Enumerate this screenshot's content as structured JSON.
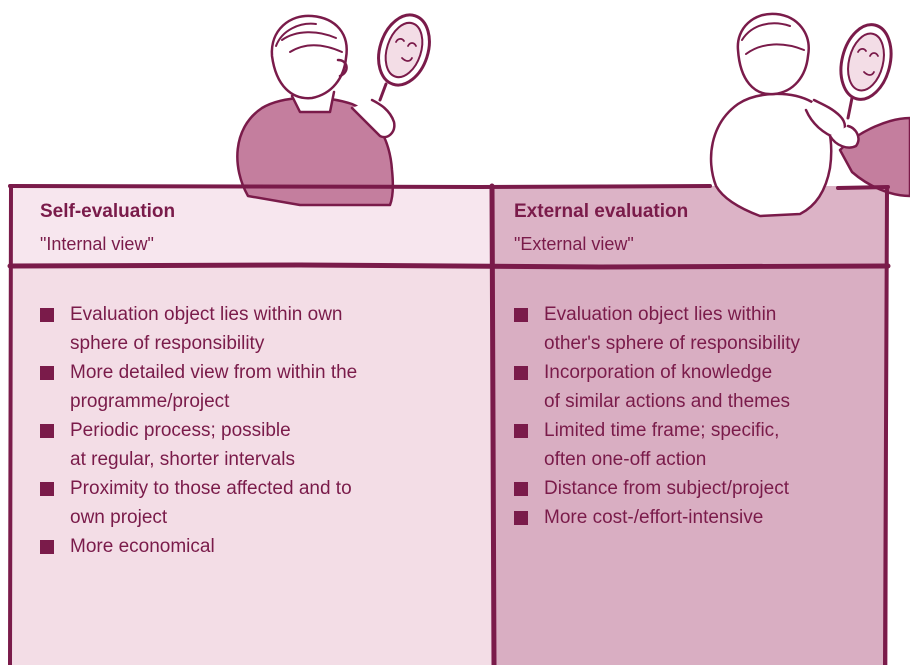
{
  "colors": {
    "line": "#7a1b4a",
    "left_header_fill": "#f7e6ee",
    "left_body_fill": "#f3dde6",
    "right_header_fill": "#dcb3c6",
    "right_body_fill": "#d9aec2",
    "figure_fill": "#c47e9e",
    "text": "#7a1b4a"
  },
  "self_evaluation": {
    "title": "Self-evaluation",
    "subtitle": "\"Internal view\"",
    "items": [
      {
        "line1": "Evaluation object lies within own",
        "line2": "sphere of responsibility"
      },
      {
        "line1": "More detailed view from within the",
        "line2": "programme/project"
      },
      {
        "line1": "Periodic process; possible",
        "line2": "at regular, shorter intervals"
      },
      {
        "line1": "Proximity to those affected and to",
        "line2": "own project"
      },
      {
        "line1": "More economical",
        "line2": ""
      }
    ]
  },
  "external_evaluation": {
    "title": "External evaluation",
    "subtitle": "\"External view\"",
    "items": [
      {
        "line1": "Evaluation object lies within",
        "line2": "other's sphere of responsibility"
      },
      {
        "line1": "Incorporation of knowledge",
        "line2": "of similar actions and themes"
      },
      {
        "line1": "Limited time frame; specific,",
        "line2": "often one-off action"
      },
      {
        "line1": "Distance from subject/project",
        "line2": ""
      },
      {
        "line1": "More cost-/effort-intensive",
        "line2": ""
      }
    ]
  }
}
